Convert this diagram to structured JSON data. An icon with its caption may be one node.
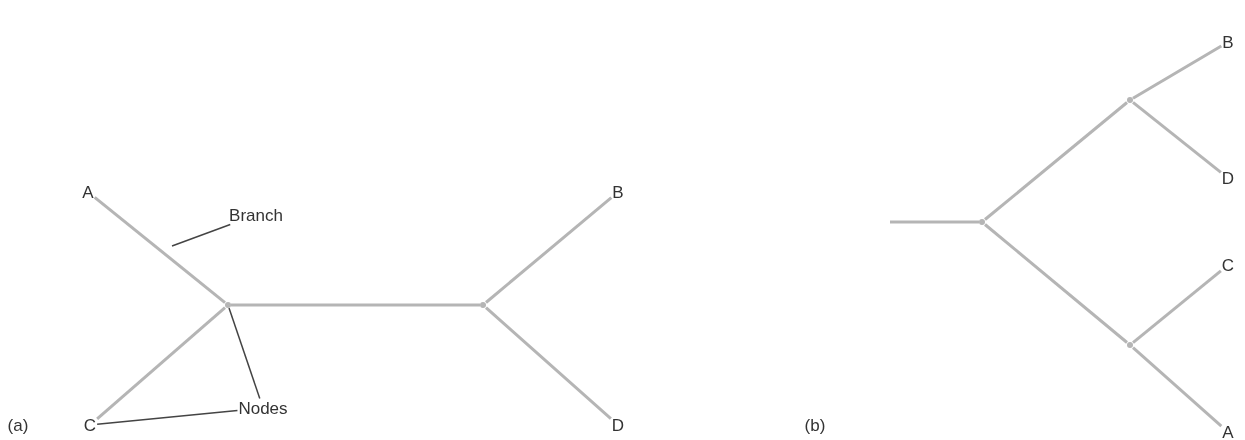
{
  "diagram": {
    "nodes": [
      {
        "text": [
          "B"
        ]
      },
      {
        "text": [],
        "shape": "point"
      },
      {
        "text": [
          "D"
        ]
      },
      {
        "text": [
          "A"
        ]
      },
      {
        "text": [
          "B"
        ]
      },
      {
        "text": [
          "Branch"
        ]
      },
      {
        "text": [],
        "shape": "point"
      },
      {
        "text": [
          "C"
        ]
      },
      {
        "text": [],
        "shape": "point"
      },
      {
        "text": [],
        "shape": "point"
      },
      {
        "text": [],
        "shape": "point"
      },
      {
        "text": [
          "Nodes"
        ]
      },
      {
        "text": [
          "C"
        ]
      },
      {
        "text": [
          "D"
        ]
      },
      {
        "text": [
          "A"
        ]
      }
    ],
    "edges": [
      {
        "from": 3,
        "to": 8,
        "arrow": "none"
      },
      {
        "from": 8,
        "to": 12,
        "arrow": "none"
      },
      {
        "from": 8,
        "to": 9,
        "arrow": "none"
      },
      {
        "from": 9,
        "to": 4,
        "arrow": "none"
      },
      {
        "from": 9,
        "to": 13,
        "arrow": "none"
      },
      {
        "from": 5,
        "to": null,
        "arrow": "none",
        "color": "#444444"
      },
      {
        "from": 11,
        "to": 8,
        "arrow": "none",
        "color": "#444444"
      },
      {
        "from": 11,
        "to": 12,
        "arrow": "none",
        "color": "#444444"
      },
      {
        "from": null,
        "to": 6,
        "arrow": "none"
      },
      {
        "from": 6,
        "to": 1,
        "arrow": "none"
      },
      {
        "from": 6,
        "to": 10,
        "arrow": "none"
      },
      {
        "from": 1,
        "to": 0,
        "arrow": "none"
      },
      {
        "from": 1,
        "to": 2,
        "arrow": "none"
      },
      {
        "from": 10,
        "to": 7,
        "arrow": "none"
      },
      {
        "from": 10,
        "to": 14,
        "arrow": "none"
      }
    ],
    "labels": [
      "(a)",
      "(b)"
    ]
  }
}
